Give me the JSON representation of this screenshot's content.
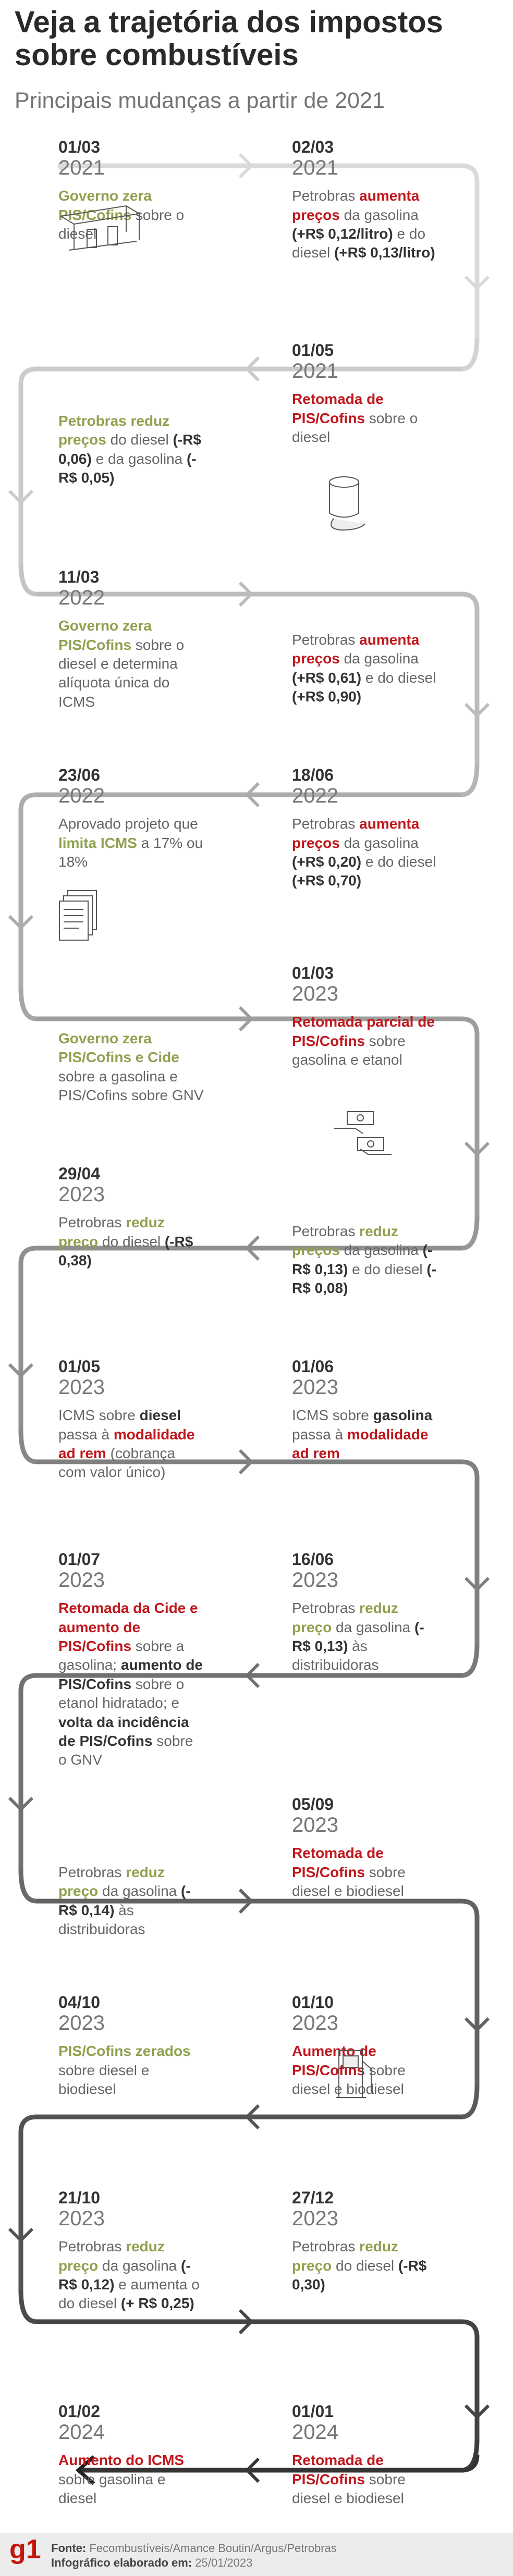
{
  "title": "Veja a trajetória dos impostos sobre combustíveis",
  "subtitle": "Principais mudanças a partir de 2021",
  "events": [
    {
      "date": "01/03",
      "year": "2021",
      "parts": [
        [
          "g",
          "Governo zera PIS/Cofins"
        ],
        [
          "n",
          " sobre o diesel"
        ]
      ]
    },
    {
      "date": "02/03",
      "year": "2021",
      "parts": [
        [
          "n",
          "Petrobras "
        ],
        [
          "r",
          "aumenta preços"
        ],
        [
          "n",
          " da gasolina "
        ],
        [
          "k",
          "(+R$ 0,12/litro)"
        ],
        [
          "n",
          " e do diesel "
        ],
        [
          "k",
          "(+R$ 0,13/litro)"
        ]
      ]
    },
    {
      "date": "01/05",
      "year": "2021",
      "parts": [
        [
          "r",
          "Retomada de PIS/Cofins"
        ],
        [
          "n",
          " sobre o diesel"
        ]
      ]
    },
    {
      "date": "",
      "year": "",
      "parts": [
        [
          "g",
          "Petrobras reduz preços"
        ],
        [
          "n",
          " do diesel "
        ],
        [
          "k",
          "(-R$ 0,06)"
        ],
        [
          "n",
          " e da gasolina "
        ],
        [
          "k",
          "(-R$ 0,05)"
        ]
      ]
    },
    {
      "date": "11/03",
      "year": "2022",
      "parts": [
        [
          "g",
          "Governo zera PIS/Cofins"
        ],
        [
          "n",
          " sobre o diesel e determina alíquota única do ICMS"
        ]
      ]
    },
    {
      "date": "",
      "year": "",
      "parts": [
        [
          "n",
          "Petrobras "
        ],
        [
          "r",
          "aumenta preços"
        ],
        [
          "n",
          " da gasolina "
        ],
        [
          "k",
          "(+R$ 0,61)"
        ],
        [
          "n",
          " e do diesel "
        ],
        [
          "k",
          "(+R$ 0,90)"
        ]
      ]
    },
    {
      "date": "23/06",
      "year": "2022",
      "parts": [
        [
          "n",
          "Aprovado projeto que "
        ],
        [
          "g",
          "limita ICMS"
        ],
        [
          "n",
          " a 17% ou 18%"
        ]
      ]
    },
    {
      "date": "18/06",
      "year": "2022",
      "parts": [
        [
          "n",
          "Petrobras "
        ],
        [
          "r",
          "aumenta preços"
        ],
        [
          "n",
          " da gasolina "
        ],
        [
          "k",
          "(+R$ 0,20)"
        ],
        [
          "n",
          " e do diesel "
        ],
        [
          "k",
          "(+R$ 0,70)"
        ]
      ]
    },
    {
      "date": "",
      "year": "",
      "parts": [
        [
          "g",
          "Governo zera PIS/Cofins e Cide"
        ],
        [
          "n",
          " sobre a gasolina e PIS/Cofins sobre GNV"
        ]
      ]
    },
    {
      "date": "01/03",
      "year": "2023",
      "parts": [
        [
          "r",
          "Retomada parcial de PIS/Cofins"
        ],
        [
          "n",
          " sobre gasolina e etanol"
        ]
      ]
    },
    {
      "date": "29/04",
      "year": "2023",
      "parts": [
        [
          "n",
          "Petrobras "
        ],
        [
          "g",
          "reduz preço"
        ],
        [
          "n",
          " do diesel "
        ],
        [
          "k",
          "(-R$ 0,38)"
        ]
      ]
    },
    {
      "date": "",
      "year": "",
      "parts": [
        [
          "n",
          "Petrobras "
        ],
        [
          "g",
          "reduz preços"
        ],
        [
          "n",
          " da gasolina "
        ],
        [
          "k",
          "(-R$ 0,13)"
        ],
        [
          "n",
          " e do diesel "
        ],
        [
          "k",
          "(-R$ 0,08)"
        ]
      ]
    },
    {
      "date": "01/05",
      "year": "2023",
      "parts": [
        [
          "n",
          "ICMS sobre "
        ],
        [
          "k",
          "diesel"
        ],
        [
          "n",
          " passa à "
        ],
        [
          "r",
          "modalidade ad rem"
        ],
        [
          "n",
          " (cobrança com valor único)"
        ]
      ]
    },
    {
      "date": "01/06",
      "year": "2023",
      "parts": [
        [
          "n",
          "ICMS sobre "
        ],
        [
          "k",
          "gasolina"
        ],
        [
          "n",
          " passa à "
        ],
        [
          "r",
          "modalidade ad rem"
        ]
      ]
    },
    {
      "date": "01/07",
      "year": "2023",
      "parts": [
        [
          "r",
          "Retomada da Cide e aumento de PIS/Cofins"
        ],
        [
          "n",
          " sobre a gasolina; "
        ],
        [
          "k",
          "aumento de PIS/Cofins"
        ],
        [
          "n",
          " sobre o etanol hidratado; e "
        ],
        [
          "k",
          "volta da incidência de PIS/Cofins"
        ],
        [
          "n",
          " sobre o GNV"
        ]
      ]
    },
    {
      "date": "16/06",
      "year": "2023",
      "parts": [
        [
          "n",
          "Petrobras "
        ],
        [
          "g",
          "reduz preço"
        ],
        [
          "n",
          " da gasolina "
        ],
        [
          "k",
          "(-R$ 0,13)"
        ],
        [
          "n",
          " às distribuidoras"
        ]
      ]
    },
    {
      "date": "",
      "year": "",
      "parts": [
        [
          "n",
          "Petrobras "
        ],
        [
          "g",
          "reduz preço"
        ],
        [
          "n",
          " da gasolina "
        ],
        [
          "k",
          "(-R$ 0,14)"
        ],
        [
          "n",
          " às distribuidoras"
        ]
      ]
    },
    {
      "date": "05/09",
      "year": "2023",
      "parts": [
        [
          "r",
          "Retomada de PIS/Cofins"
        ],
        [
          "n",
          " sobre diesel e biodiesel"
        ]
      ]
    },
    {
      "date": "04/10",
      "year": "2023",
      "parts": [
        [
          "g",
          "PIS/Cofins zerados"
        ],
        [
          "n",
          " sobre diesel e biodiesel"
        ]
      ]
    },
    {
      "date": "01/10",
      "year": "2023",
      "parts": [
        [
          "r",
          "Aumento de PIS/Cofins"
        ],
        [
          "n",
          " sobre diesel e biodiesel"
        ]
      ]
    },
    {
      "date": "21/10",
      "year": "2023",
      "parts": [
        [
          "n",
          "Petrobras "
        ],
        [
          "g",
          "reduz preço"
        ],
        [
          "n",
          " da gasolina "
        ],
        [
          "k",
          "(-R$ 0,12)"
        ],
        [
          "n",
          " e aumenta o do diesel "
        ],
        [
          "k",
          "(+ R$ 0,25)"
        ]
      ]
    },
    {
      "date": "27/12",
      "year": "2023",
      "parts": [
        [
          "n",
          "Petrobras "
        ],
        [
          "g",
          "reduz preço"
        ],
        [
          "n",
          " do diesel "
        ],
        [
          "k",
          "(-R$ 0,30)"
        ]
      ]
    },
    {
      "date": "01/02",
      "year": "2024",
      "parts": [
        [
          "r",
          "Aumento do ICMS"
        ],
        [
          "n",
          " sobre gasolina e diesel"
        ]
      ]
    },
    {
      "date": "01/01",
      "year": "2024",
      "parts": [
        [
          "r",
          "Retomada de PIS/Cofins"
        ],
        [
          "n",
          " sobre diesel e biodiesel"
        ]
      ]
    }
  ],
  "footer": {
    "logo": "g1",
    "source_label": "Fonte:",
    "source": " Fecombustíveis/Amance Boutin/Argus/Petrobras",
    "credit_label": "Infográfico elaborado em:",
    "credit": " 25/01/2023"
  },
  "colors": {
    "green": "#8fa14e",
    "red": "#c0171d"
  }
}
